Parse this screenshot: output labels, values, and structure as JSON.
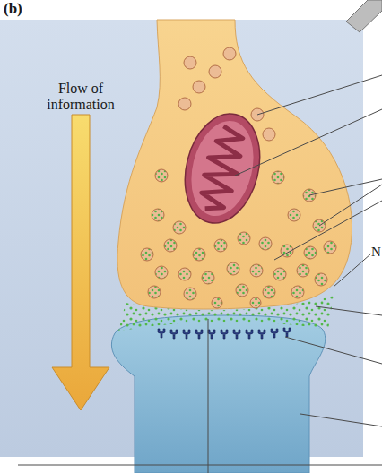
{
  "diagram": {
    "labels": [
      "(b)",
      "Flow of information",
      "N"
    ]
  }
}
